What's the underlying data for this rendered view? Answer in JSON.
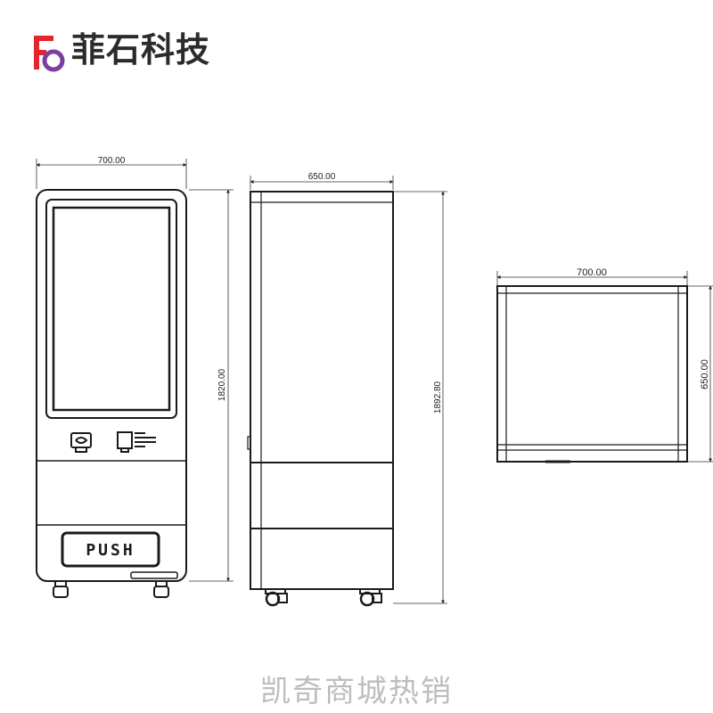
{
  "brand": {
    "name": "菲石科技",
    "logo_colors": {
      "red": "#e5242b",
      "purple": "#7b3fa0",
      "navy": "#2a3377"
    }
  },
  "front_view": {
    "width_label": "700.00",
    "height_label": "1820.00",
    "push_label": "PUSH"
  },
  "side_view": {
    "width_label": "650.00",
    "height_label": "1892.80"
  },
  "top_view": {
    "width_label": "700.00",
    "depth_label": "650.00"
  },
  "footer": {
    "text": "凯奇商城热销"
  }
}
